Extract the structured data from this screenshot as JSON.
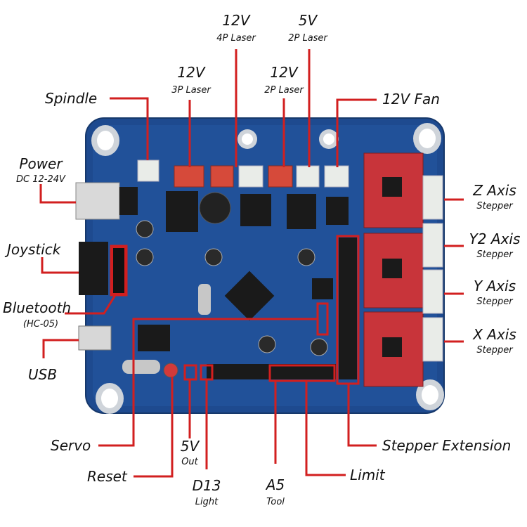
{
  "labels": {
    "laser_4p": {
      "title": "12V",
      "sub": "4P Laser"
    },
    "laser_5v": {
      "title": "5V",
      "sub": "2P Laser"
    },
    "laser_3p": {
      "title": "12V",
      "sub": "3P Laser"
    },
    "laser_12v_2p": {
      "title": "12V",
      "sub": "2P Laser"
    },
    "spindle": {
      "title": "Spindle"
    },
    "fan": {
      "title": "12V Fan"
    },
    "power": {
      "title": "Power",
      "sub": "DC 12-24V"
    },
    "joystick": {
      "title": "Joystick"
    },
    "bluetooth": {
      "title": "Bluetooth",
      "sub": "(HC-05)"
    },
    "usb": {
      "title": "USB"
    },
    "servo": {
      "title": "Servo"
    },
    "reset": {
      "title": "Reset"
    },
    "out5v": {
      "title": "5V",
      "sub": "Out"
    },
    "d13": {
      "title": "D13",
      "sub": "Light"
    },
    "a5": {
      "title": "A5",
      "sub": "Tool"
    },
    "limit": {
      "title": "Limit"
    },
    "stepper_ext": {
      "title": "Stepper Extension"
    },
    "z_axis": {
      "title": "Z Axis",
      "sub": "Stepper"
    },
    "y2_axis": {
      "title": "Y2 Axis",
      "sub": "Stepper"
    },
    "y_axis": {
      "title": "Y Axis",
      "sub": "Stepper"
    },
    "x_axis": {
      "title": "X Axis",
      "sub": "Stepper"
    }
  },
  "colors": {
    "board": "#1f4f95",
    "leader": "#d21f1f",
    "driver": "#c8343a",
    "connector_white": "#e9ece8",
    "connector_red": "#d64a3a"
  }
}
